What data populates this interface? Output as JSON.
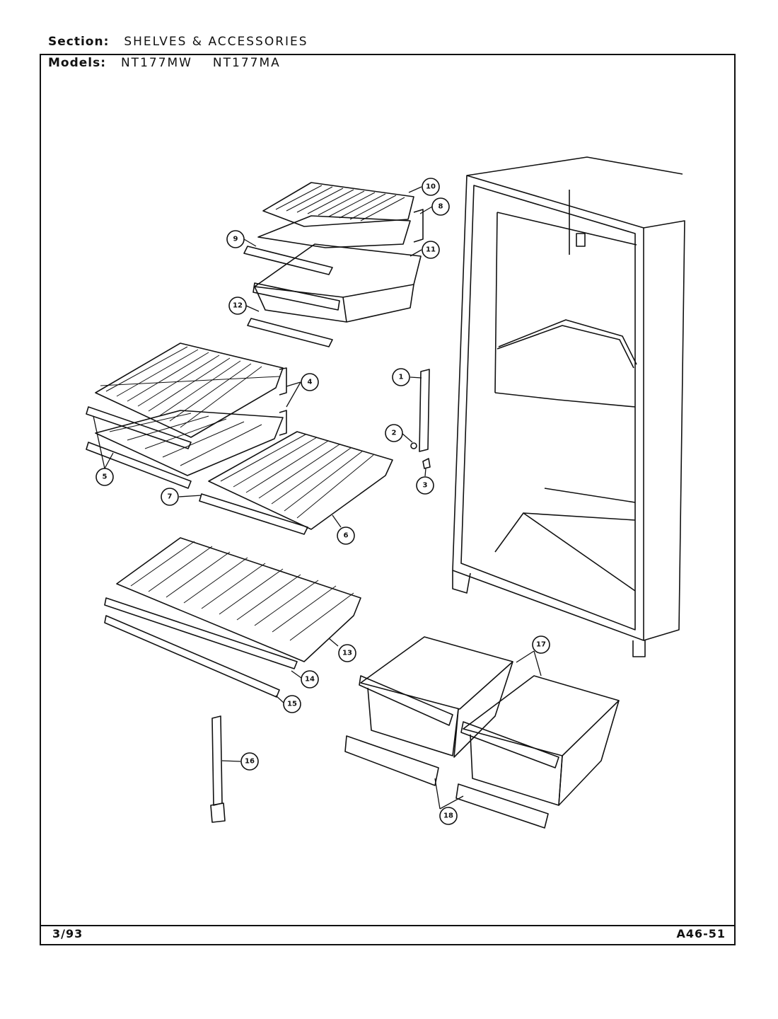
{
  "header": {
    "section_label": "Section:",
    "section_value": "SHELVES & ACCESSORIES",
    "models_label": "Models:",
    "models": [
      "NT177MW",
      "NT177MA"
    ]
  },
  "callouts": [
    "1",
    "2",
    "3",
    "4",
    "5",
    "6",
    "7",
    "8",
    "9",
    "10",
    "11",
    "12",
    "13",
    "14",
    "15",
    "16",
    "17",
    "18"
  ],
  "footer": {
    "date": "3/93",
    "code": "A46-51"
  }
}
